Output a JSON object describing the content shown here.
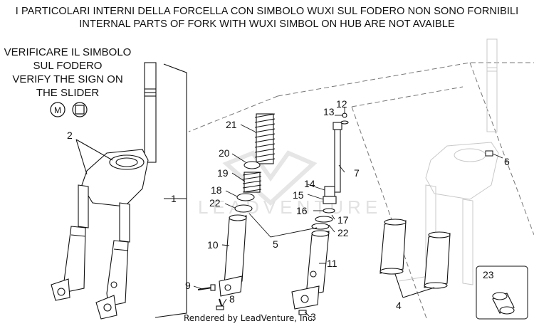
{
  "header": {
    "line1": "I PARTICOLARI INTERNI DELLA FORCELLA CON SIMBOLO WUXI SUL FODERO NON SONO FORNIBILI",
    "line2": "INTERNAL PARTS OF FORK WITH WUXI SIMBOL ON HUB ARE NOT AVAIBLE"
  },
  "note": {
    "line1": "VERIFICARE IL SIMBOLO",
    "line2": "SUL FODERO",
    "line3": "VERIFY THE SIGN ON",
    "line4": "THE SLIDER",
    "symbol_m": "M"
  },
  "watermark": "LEADVENTURE",
  "callouts": {
    "c1": "1",
    "c2": "2",
    "c3": "3",
    "c4": "4",
    "c5": "5",
    "c6": "6",
    "c7": "7",
    "c8": "8",
    "c9": "9",
    "c10": "10",
    "c11": "11",
    "c12": "12",
    "c13": "13",
    "c14": "14",
    "c15": "15",
    "c16": "16",
    "c17": "17",
    "c18": "18",
    "c19": "19",
    "c20": "20",
    "c21": "21",
    "c22a": "22",
    "c22b": "22",
    "c23": "23"
  },
  "footer": "Rendered by LeadVenture, Inc.",
  "colors": {
    "line": "#111111",
    "ghost": "#c8c8c8",
    "watermark": "#e2e2e2"
  }
}
